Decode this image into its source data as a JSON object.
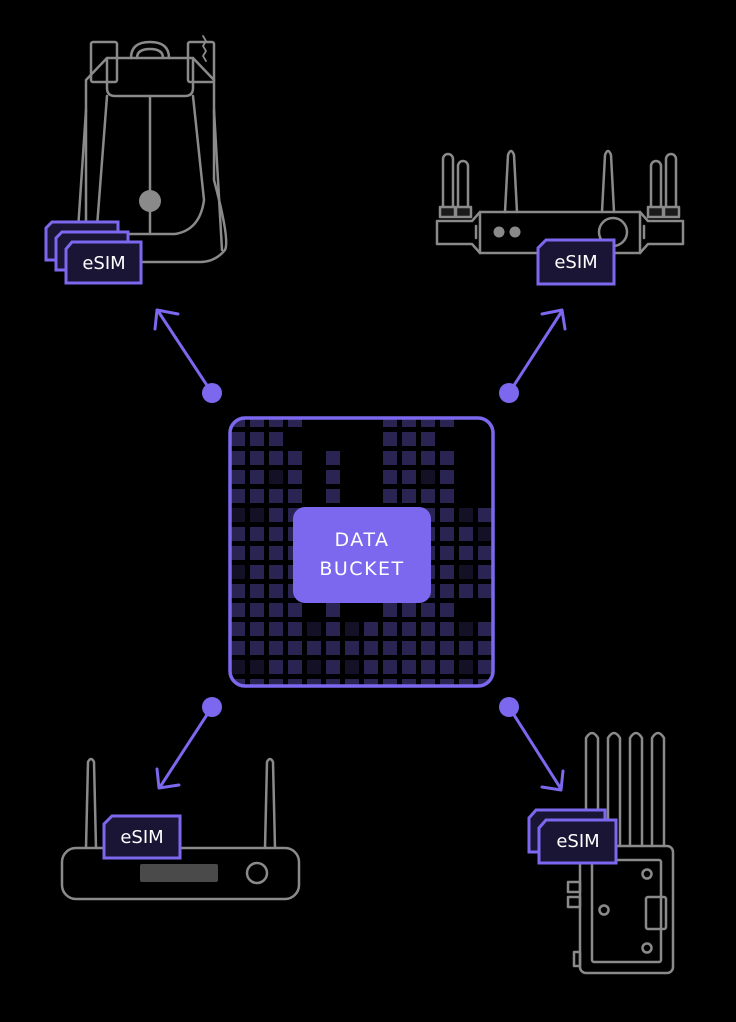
{
  "colors": {
    "background": "#000000",
    "accent": "#7b68ee",
    "device_stroke": "#8a8a8a",
    "esim_fill": "#1a1535",
    "grid_cell": "#2a2452",
    "grid_cell_dim": "#141026"
  },
  "center": {
    "label_line1": "DATA",
    "label_line2": "BUCKET",
    "icon": "data-grid-icon"
  },
  "devices": [
    {
      "id": "backpack",
      "icon": "backpack-icon",
      "esim_label": "eSIM",
      "esim_count": 3,
      "position": "top-left"
    },
    {
      "id": "wide-router",
      "icon": "multi-antenna-router-icon",
      "esim_label": "eSIM",
      "esim_count": 1,
      "position": "top-right"
    },
    {
      "id": "home-router",
      "icon": "router-icon",
      "esim_label": "eSIM",
      "esim_count": 1,
      "position": "bottom-left"
    },
    {
      "id": "bonded-modem",
      "icon": "bonded-cellular-unit-icon",
      "esim_label": "eSIM",
      "esim_count": 2,
      "position": "bottom-right"
    }
  ],
  "connectors": [
    {
      "from": "data-bucket",
      "to": "backpack",
      "direction": "outbound"
    },
    {
      "from": "data-bucket",
      "to": "wide-router",
      "direction": "outbound"
    },
    {
      "from": "data-bucket",
      "to": "home-router",
      "direction": "outbound"
    },
    {
      "from": "data-bucket",
      "to": "bonded-modem",
      "direction": "outbound"
    }
  ]
}
